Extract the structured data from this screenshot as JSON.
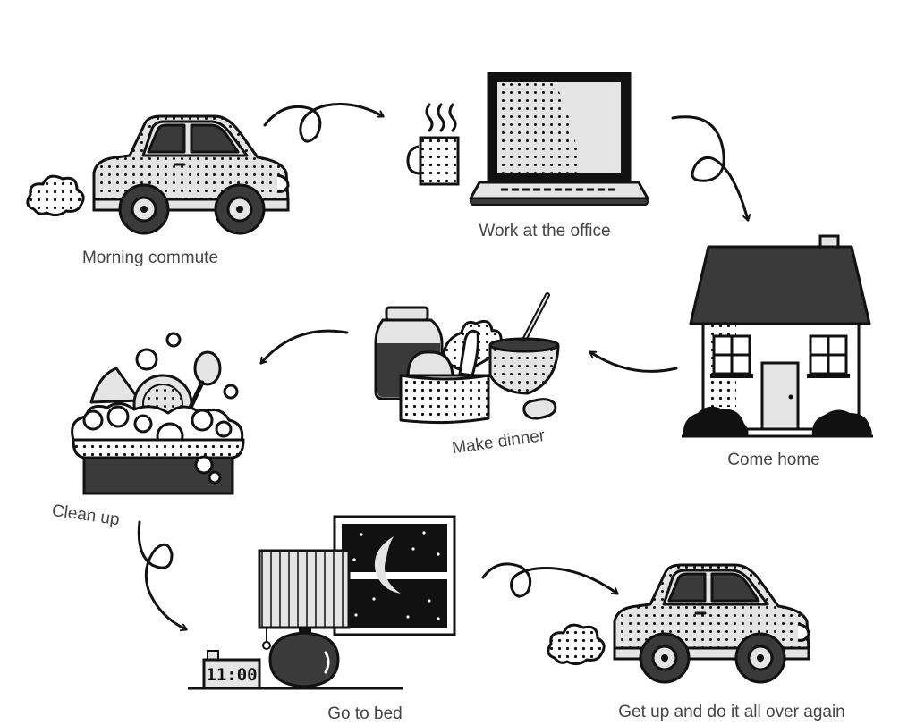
{
  "steps": [
    {
      "id": "morning-commute",
      "label": "Morning commute"
    },
    {
      "id": "work-at-office",
      "label": "Work at the office"
    },
    {
      "id": "come-home",
      "label": "Come home"
    },
    {
      "id": "make-dinner",
      "label": "Make dinner"
    },
    {
      "id": "clean-up",
      "label": "Clean up"
    },
    {
      "id": "go-to-bed",
      "label": "Go to bed"
    },
    {
      "id": "get-up-again",
      "label": "Get up and do it all over again"
    }
  ],
  "clock": {
    "time": "11:00"
  },
  "colors": {
    "ink": "#111111",
    "dark": "#3a3a3a",
    "light": "#e4e4e4",
    "label": "#444444"
  }
}
